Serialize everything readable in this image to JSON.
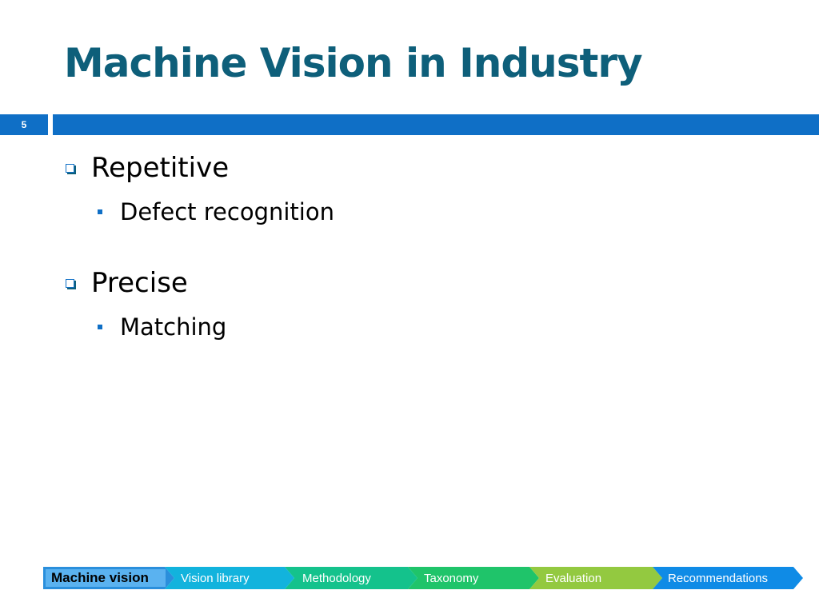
{
  "slide": {
    "title": "Machine Vision in Industry",
    "page_number": "5"
  },
  "bullets": [
    {
      "text": "Repetitive",
      "sub": [
        "Defect recognition"
      ]
    },
    {
      "text": "Precise",
      "sub": [
        "Matching"
      ]
    }
  ],
  "navigation": {
    "items": [
      {
        "label": "Machine vision",
        "active": true,
        "color": "#2a8fdc"
      },
      {
        "label": "Vision library",
        "active": false,
        "color": "#12b3dd"
      },
      {
        "label": "Methodology",
        "active": false,
        "color": "#14c28c"
      },
      {
        "label": "Taxonomy",
        "active": false,
        "color": "#1fc46a"
      },
      {
        "label": "Evaluation",
        "active": false,
        "color": "#93c940"
      },
      {
        "label": "Recommendations",
        "active": false,
        "color": "#0f8be6"
      }
    ]
  },
  "colors": {
    "title": "#0e5f7a",
    "accent": "#0f6fc6"
  }
}
